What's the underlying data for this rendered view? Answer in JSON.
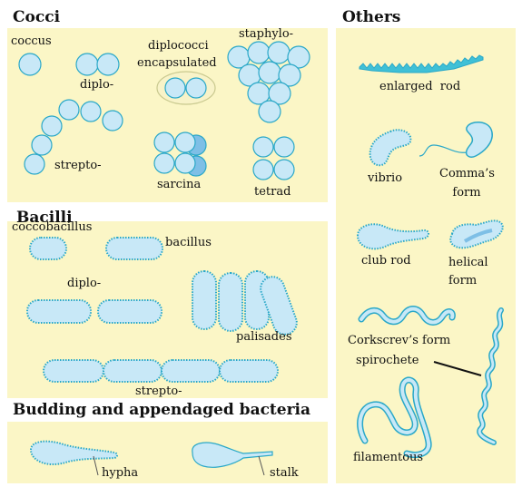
{
  "colors": {
    "panel": "#fbf6c6",
    "cell_fill": "#c8e8f7",
    "cell_stroke": "#2aa8c8",
    "dark_cell": "#7ebfe6"
  },
  "headings": {
    "cocci": "Cocci",
    "bacilli": "Bacilli",
    "budding": "Budding and appendaged bacteria",
    "others": "Others"
  },
  "cocci": {
    "coccus": "coccus",
    "diplo": "diplo-",
    "diplococci": "diplococci",
    "encapsulated": "encapsulated",
    "staphylo": "staphylo-",
    "strepto": "strepto-",
    "sarcina": "sarcina",
    "tetrad": "tetrad"
  },
  "bacilli": {
    "coccobacillus": "coccobacillus",
    "bacillus": "bacillus",
    "diplo": "diplo-",
    "palisades": "palisades",
    "strepto": "strepto-"
  },
  "budding": {
    "hypha": "hypha",
    "stalk": "stalk"
  },
  "others": {
    "enlarged_rod": "enlarged  rod",
    "vibrio": "vibrio",
    "commas_form": "Comma’s form",
    "club_rod": "club rod",
    "helical_form": "helical form",
    "corkscrew_form": "Corkscrev’s form",
    "spirochete": "spirochete",
    "filamentous": "filamentous"
  }
}
